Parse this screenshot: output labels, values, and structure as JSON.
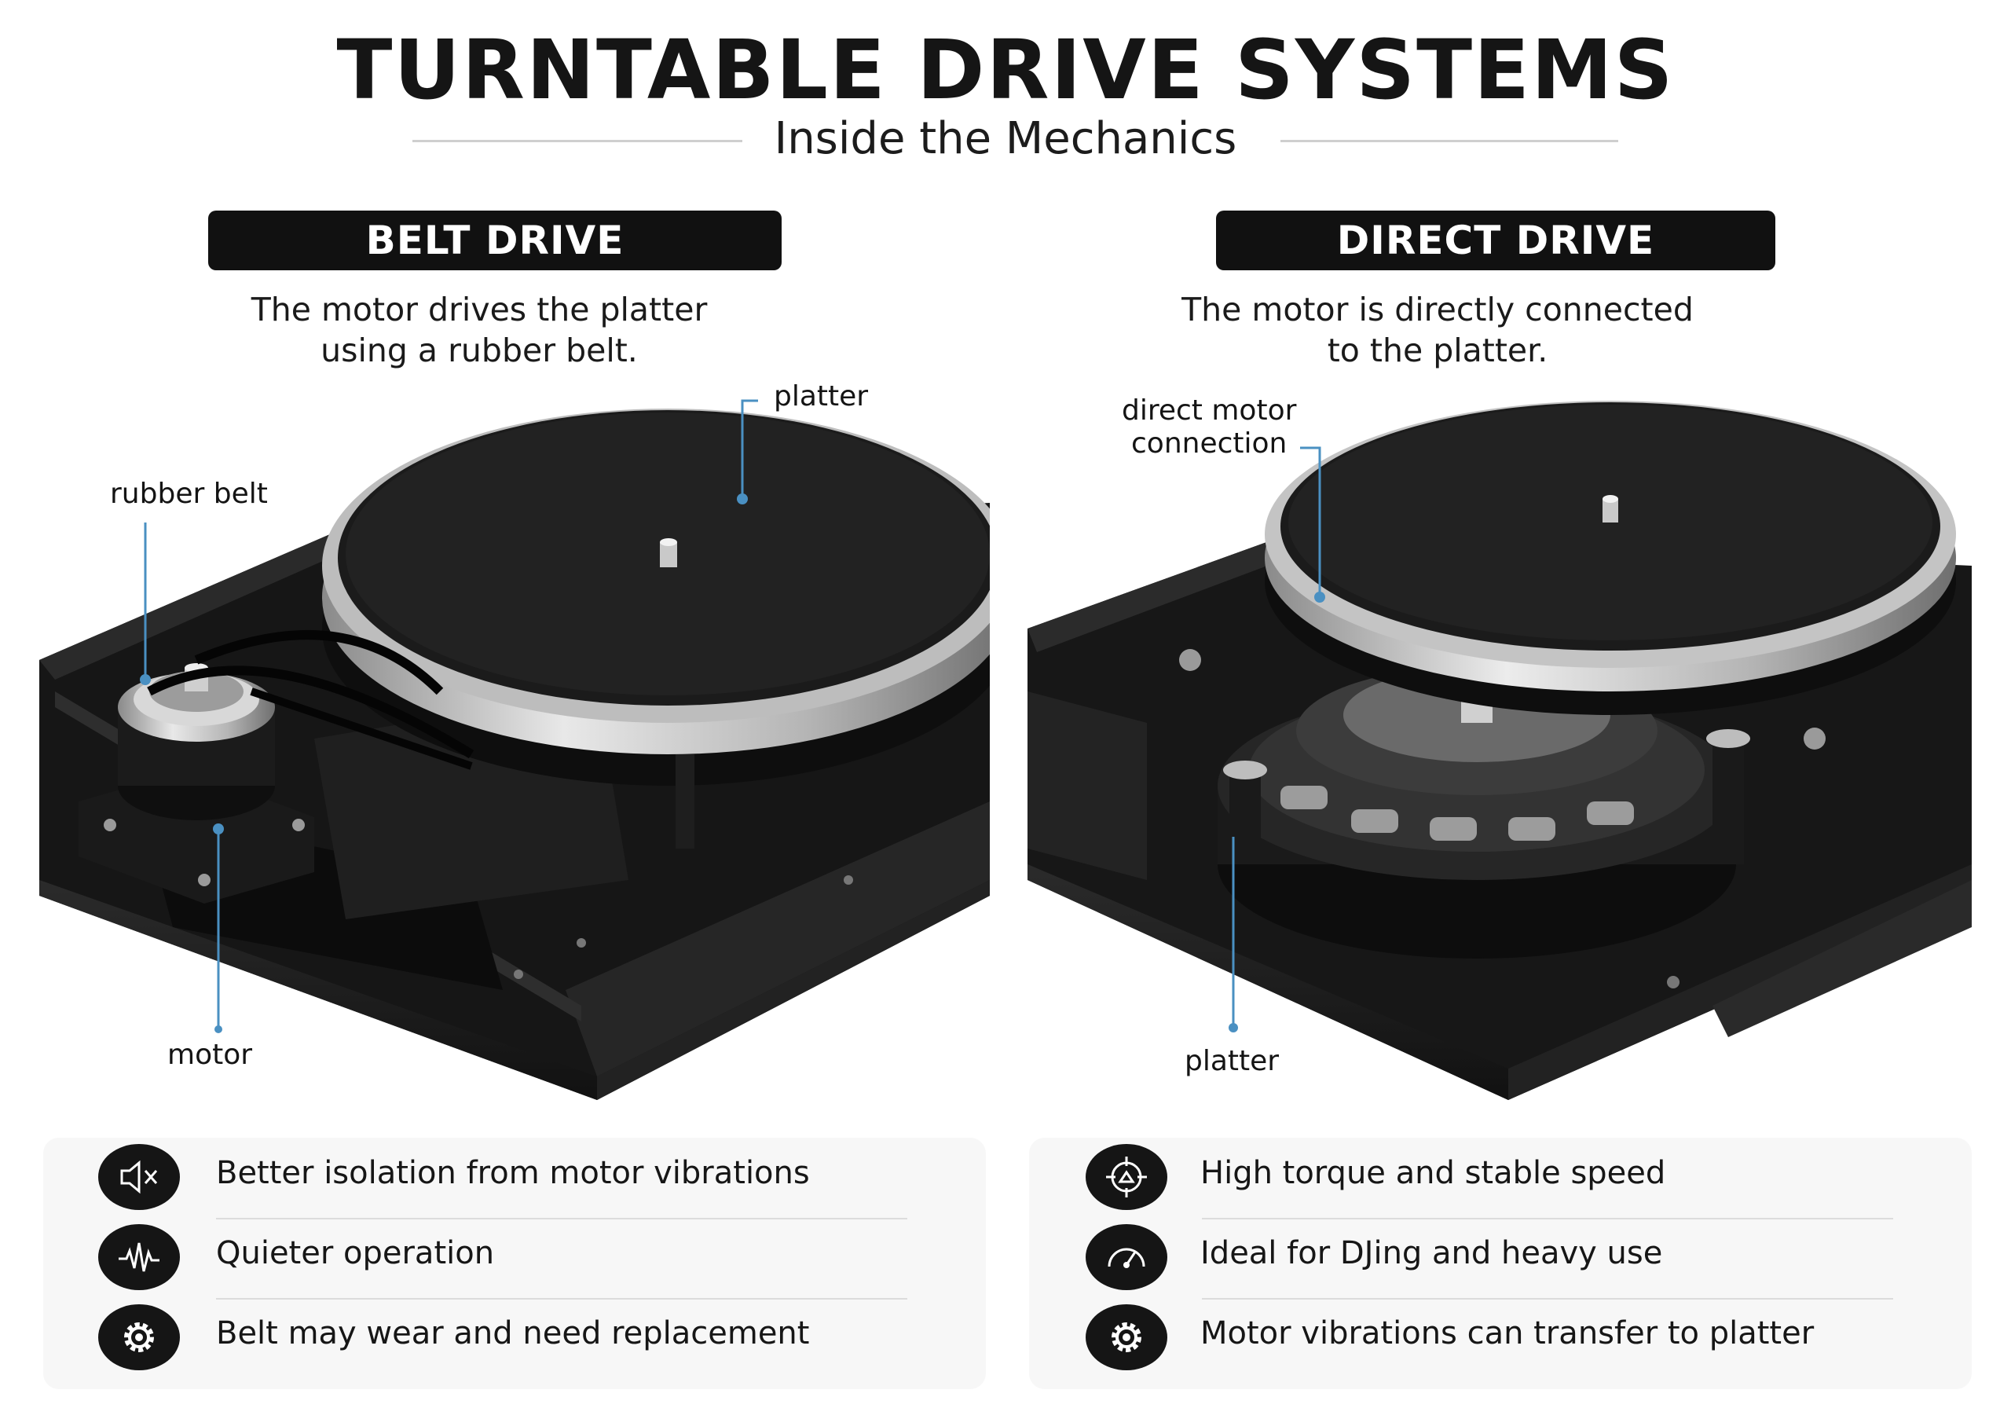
{
  "header": {
    "title": "TURNTABLE DRIVE SYSTEMS",
    "subtitle": "Inside the Mechanics"
  },
  "belt": {
    "heading": "BELT DRIVE",
    "desc_line1": "The motor drives the platter",
    "desc_line2": "using a rubber belt.",
    "labels": {
      "platter": "platter",
      "rubber_belt": "rubber belt",
      "motor": "motor"
    },
    "features": [
      {
        "icon": "muted-speaker-icon",
        "text": "Better isolation from motor vibrations"
      },
      {
        "icon": "waveform-icon",
        "text": "Quieter operation"
      },
      {
        "icon": "gear-icon",
        "text": "Belt may wear and need replacement"
      }
    ]
  },
  "direct": {
    "heading": "DIRECT DRIVE",
    "desc_line1": "The motor is directly connected",
    "desc_line2": "to the platter.",
    "labels": {
      "direct_motor_line1": "direct motor",
      "direct_motor_line2": "connection",
      "platter": "platter"
    },
    "features": [
      {
        "icon": "torque-target-icon",
        "text": "High torque and stable speed"
      },
      {
        "icon": "speedometer-icon",
        "text": "Ideal for DJing and heavy use"
      },
      {
        "icon": "gear-icon",
        "text": "Motor vibrations can transfer to platter"
      }
    ]
  },
  "colors": {
    "accent": "#4a90c2",
    "pill": "#111111",
    "plinth": "#1d1d1d",
    "aluminum": "#c9c9c9"
  }
}
